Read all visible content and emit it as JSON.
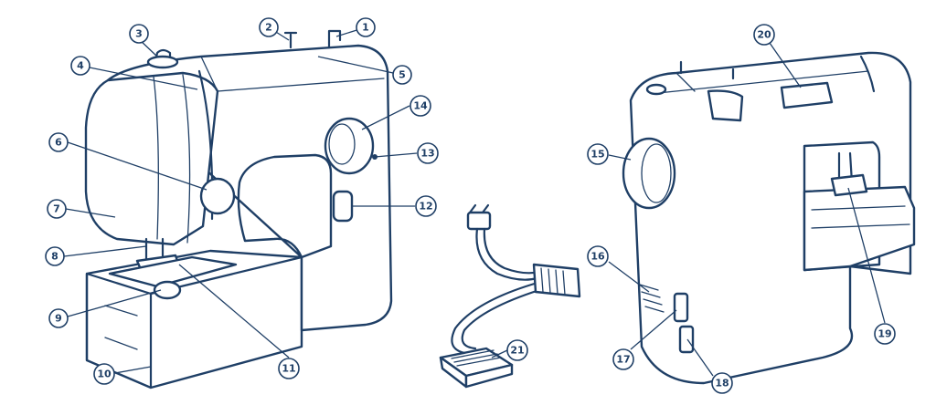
{
  "diagram": {
    "ink_color": "#1f3f66",
    "callouts": [
      {
        "id": "c1",
        "label": "1"
      },
      {
        "id": "c2",
        "label": "2"
      },
      {
        "id": "c3",
        "label": "3"
      },
      {
        "id": "c4",
        "label": "4"
      },
      {
        "id": "c5",
        "label": "5"
      },
      {
        "id": "c6",
        "label": "6"
      },
      {
        "id": "c7",
        "label": "7"
      },
      {
        "id": "c8",
        "label": "8"
      },
      {
        "id": "c9",
        "label": "9"
      },
      {
        "id": "c10",
        "label": "10"
      },
      {
        "id": "c11",
        "label": "11"
      },
      {
        "id": "c12",
        "label": "12"
      },
      {
        "id": "c13",
        "label": "13"
      },
      {
        "id": "c14",
        "label": "14"
      },
      {
        "id": "c15",
        "label": "15"
      },
      {
        "id": "c16",
        "label": "16"
      },
      {
        "id": "c17",
        "label": "17"
      },
      {
        "id": "c18",
        "label": "18"
      },
      {
        "id": "c19",
        "label": "19"
      },
      {
        "id": "c20",
        "label": "20"
      },
      {
        "id": "c21",
        "label": "21"
      }
    ]
  }
}
